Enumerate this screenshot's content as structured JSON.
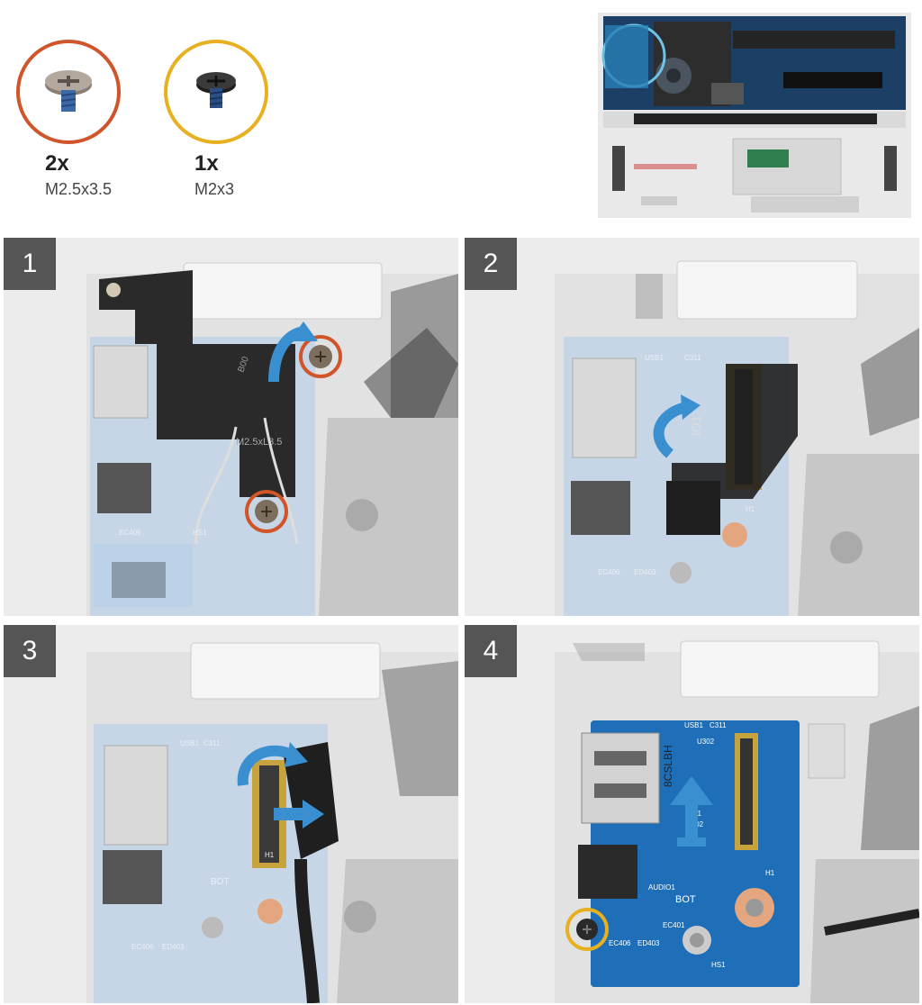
{
  "screws": [
    {
      "qty": "2x",
      "size": "M2.5x3.5",
      "ring_color": "#d0552a"
    },
    {
      "qty": "1x",
      "size": "M2x3",
      "ring_color": "#e6b020"
    }
  ],
  "steps": [
    {
      "number": "1",
      "bracket_text": "M2.5xL3.5",
      "bracket_small": "B00"
    },
    {
      "number": "2",
      "tape_text": "IO1"
    },
    {
      "number": "3"
    },
    {
      "number": "4"
    }
  ],
  "board": {
    "usb_label": "USB1",
    "c_label": "C311",
    "u_label": "U302",
    "hs_label": "HS1",
    "h_label": "H1",
    "bot_label": "BOT",
    "ec_label": "EC406",
    "ed_label": "ED403",
    "ec401_label": "EC401",
    "audio_label": "AUDIO1",
    "el_label": "EL303",
    "io_label": "IO1",
    "r_label": "R402",
    "connector_text": "8CSLBH"
  },
  "colors": {
    "pcb_blue": "#1e6fb8",
    "arrow_blue": "#3a8fd0",
    "badge_gray": "#555555",
    "chassis": "#e4e4e4"
  }
}
